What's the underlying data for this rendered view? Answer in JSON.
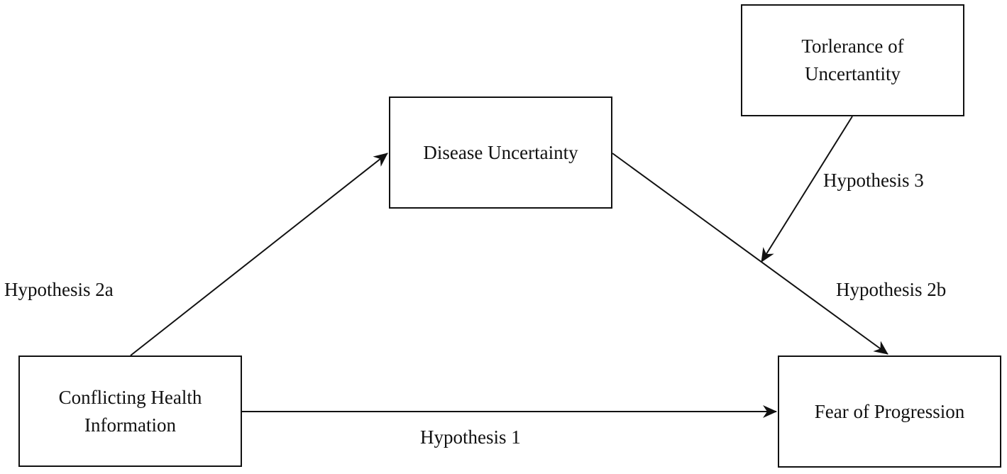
{
  "nodes": {
    "conflicting_info": {
      "lines": [
        "Conflicting Health",
        "Information"
      ]
    },
    "disease_uncertainty": {
      "lines": [
        "Disease Uncertainty"
      ]
    },
    "tolerance": {
      "lines": [
        "Torlerance of",
        "Uncertantity"
      ]
    },
    "fear_progression": {
      "lines": [
        "Fear of Progression"
      ]
    }
  },
  "edges": {
    "h1": {
      "label": "Hypothesis 1",
      "from": "Conflicting Health Information",
      "to": "Fear of Progression"
    },
    "h2a": {
      "label": "Hypothesis 2a",
      "from": "Conflicting Health Information",
      "to": "Disease Uncertainty"
    },
    "h2b": {
      "label": "Hypothesis 2b",
      "from": "Disease Uncertainty",
      "to": "Fear of Progression"
    },
    "h3": {
      "label": "Hypothesis 3",
      "from": "Torlerance of Uncertantity",
      "to": "Hypothesis 2b"
    }
  },
  "colors": {
    "stroke": "#111111",
    "background": "#ffffff"
  }
}
